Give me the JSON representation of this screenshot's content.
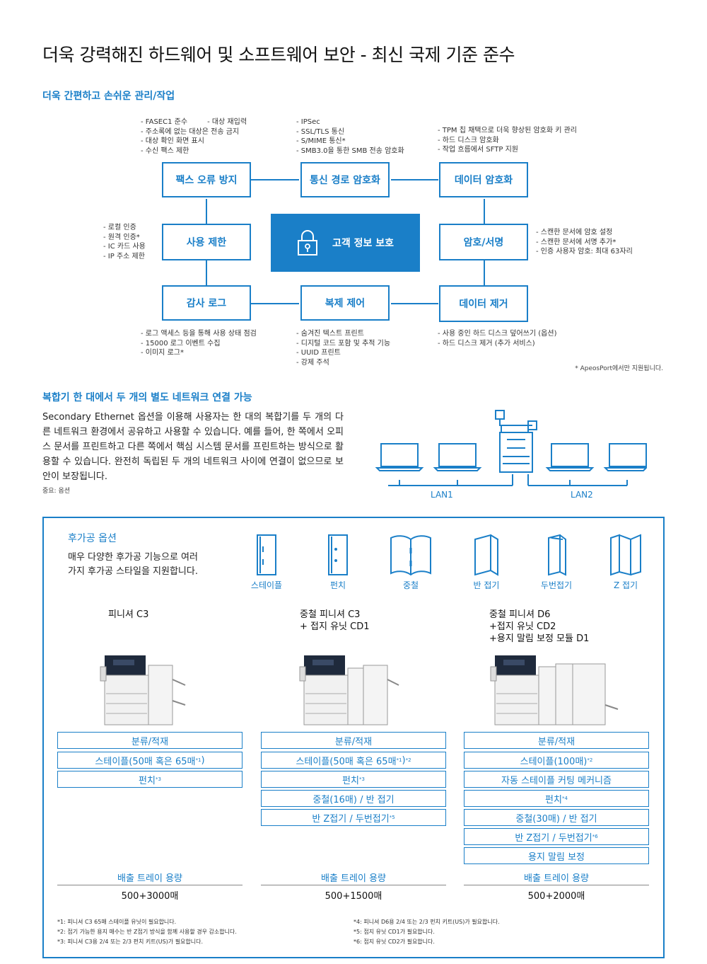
{
  "title": "더욱 강력해진 하드웨어 및 소프트웨어 보안 - 최신 국제 기준 준수",
  "security": {
    "heading": "더욱 간편하고 손쉬운 관리/작업",
    "core_label": "고객 정보 보호",
    "nodes": {
      "fax": "팩스 오류 방지",
      "comm": "통신 경로 암호화",
      "data_enc": "데이터 암호화",
      "usage": "사용 제한",
      "sign": "암호/서명",
      "audit": "감사 로그",
      "copy": "복제 제어",
      "erase": "데이터 제거"
    },
    "notes": {
      "fax": [
        "- FASEC1 준수",
        "- 대상 재입력",
        "- 주소록에 없는 대상은 전송 금지",
        "- 대상 확인 화면 표시",
        "- 수신 팩스 제한"
      ],
      "comm": [
        "- IPSec",
        "- SSL/TLS 통신",
        "- S/MIME 통신*",
        "- SMB3.0을 통한 SMB 전송 암호화"
      ],
      "data_enc": [
        "- TPM 칩 채택으로 더욱 향상된 암호화 키 관리",
        "- 하드 디스크 암호화",
        "- 작업 흐름에서 SFTP 지원"
      ],
      "usage": [
        "- 로컬 인증",
        "- 원격 인증*",
        "- IC 카드 사용",
        "- IP 주소 제한"
      ],
      "sign": [
        "- 스캔한 문서에 암호 설정",
        "- 스캔한 문서에 서명 추가*",
        "- 인증 사용자 암호: 최대 63자리"
      ],
      "audit": [
        "- 로그 액세스 등을 통해 사용 상태 점검",
        "- 15000 로그 이벤트 수집",
        "- 이미지 로그*"
      ],
      "copy": [
        "- 숨겨진 텍스트 프린트",
        "- 디지털 코드 포함 및 추적 기능",
        "- UUID 프린트",
        "- 강제 주석"
      ],
      "erase": [
        "- 사용 중인 하드 디스크 덮어쓰기 (옵션)",
        "- 하드 디스크 제거 (추가 서비스)"
      ]
    },
    "footnote": "* ApeosPort에서만 지원됩니다."
  },
  "network": {
    "heading": "복합기 한 대에서 두 개의 별도 네트워크 연결 가능",
    "body": "Secondary Ethernet 옵션을 이용해 사용자는 한 대의 복합기를 두 개의 다른 네트워크 환경에서 공유하고 사용할 수 있습니다. 예를 들어, 한 쪽에서 오피스 문서를 프린트하고 다른 쪽에서 핵심 시스템 문서를 프린트하는 방식으로 활용할 수 있습니다. 완전히 독립된 두 개의 네트워크 사이에 연결이 없으므로 보안이 보장됩니다.",
    "note": "중요: 옵션",
    "lan1": "LAN1",
    "lan2": "LAN2"
  },
  "finishing": {
    "heading": "후가공 옵션",
    "desc_line1": "매우 다양한 후가공 기능으로 여러",
    "desc_line2": "가지 후가공 스타일을 지원합니다.",
    "features": [
      "스테이플",
      "펀치",
      "중철",
      "반 접기",
      "두번접기",
      "Z 접기"
    ],
    "capacity_label": "배출 트레이 용량",
    "models": [
      {
        "name_lines": [
          "피니셔 C3"
        ],
        "specs": [
          {
            "text": "분류/적재",
            "sup": ""
          },
          {
            "text": "스테이플(50매 혹은 65매",
            "sup": "*1",
            "tail": ")"
          },
          {
            "text": "펀치",
            "sup": "*3"
          }
        ],
        "capacity": "500+3000매"
      },
      {
        "name_lines": [
          "중철 피니셔 C3",
          "+ 접지 유닛 CD1"
        ],
        "specs": [
          {
            "text": "분류/적재",
            "sup": ""
          },
          {
            "text": "스테이플(50매 혹은 65매",
            "sup": "*1",
            "tail": ")",
            "sup2": "*2"
          },
          {
            "text": "펀치",
            "sup": "*3"
          },
          {
            "text": "중철(16매) / 반 접기",
            "sup": ""
          },
          {
            "text": "반 Z접기 / 두번접기",
            "sup": "*5"
          }
        ],
        "capacity": "500+1500매"
      },
      {
        "name_lines": [
          "중철 피니셔 D6",
          "+접지 유닛 CD2",
          "+용지 말림 보정 모듈 D1"
        ],
        "specs": [
          {
            "text": "분류/적재",
            "sup": ""
          },
          {
            "text": "스테이플(100매)",
            "sup": "*2"
          },
          {
            "text": "자동 스테이플 커팅 메커니즘",
            "sup": ""
          },
          {
            "text": "펀치",
            "sup": "*4"
          },
          {
            "text": "중철(30매) / 반 접기",
            "sup": ""
          },
          {
            "text": "반 Z접기 / 두번접기",
            "sup": "*6"
          },
          {
            "text": "용지 말림 보정",
            "sup": ""
          }
        ],
        "capacity": "500+2000매"
      }
    ],
    "footnotes_left": [
      "*1: 피니셔 C3 65매 스테이플 유닛이 필요합니다.",
      "*2: 접기 가능한 용지 매수는 반 Z접기 방식을 함께 사용할 경우 감소합니다.",
      "*3: 피니셔 C3용 2/4 또는 2/3 펀치 키트(US)가 필요합니다."
    ],
    "footnotes_right": [
      "*4: 피니셔 D6용 2/4 또는 2/3 펀치 키트(US)가 필요합니다.",
      "*5: 접지 유닛 CD1가 필요합니다.",
      "*6: 접지 유닛 CD2가 필요합니다."
    ]
  }
}
